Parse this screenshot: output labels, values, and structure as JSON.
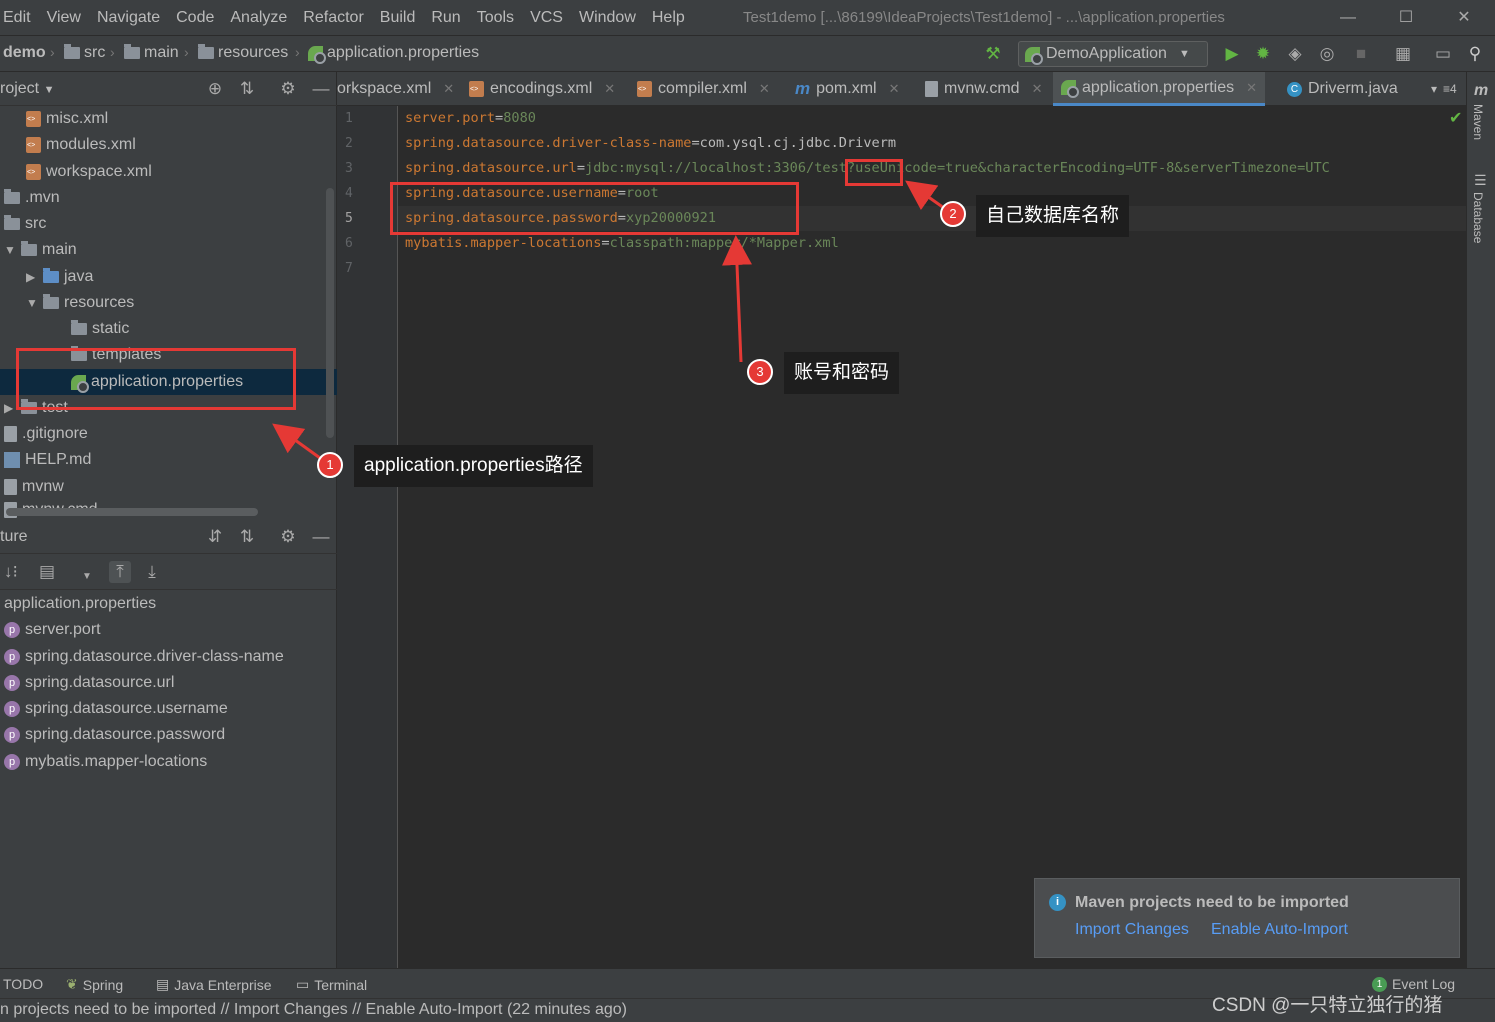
{
  "menu": [
    "Edit",
    "View",
    "Navigate",
    "Code",
    "Analyze",
    "Refactor",
    "Build",
    "Run",
    "Tools",
    "VCS",
    "Window",
    "Help"
  ],
  "window_title": "Test1demo [...\\86199\\IdeaProjects\\Test1demo] - ...\\application.properties",
  "breadcrumb": {
    "project": "demo",
    "src": "src",
    "main": "main",
    "resources": "resources",
    "file": "application.properties"
  },
  "run_config": "DemoApplication",
  "project_panel": {
    "title": "roject",
    "tree": [
      "misc.xml",
      "modules.xml",
      "workspace.xml",
      ".mvn",
      "src",
      "main",
      "java",
      "resources",
      "static",
      "templates",
      "application.properties",
      "test",
      ".gitignore",
      "HELP.md",
      "mvnw",
      "mvnw.cmd"
    ]
  },
  "structure_panel": {
    "title": "ture",
    "root": "application.properties",
    "items": [
      "server.port",
      "spring.datasource.driver-class-name",
      "spring.datasource.url",
      "spring.datasource.username",
      "spring.datasource.password",
      "mybatis.mapper-locations"
    ]
  },
  "tabs": [
    "orkspace.xml",
    "encodings.xml",
    "compiler.xml",
    "pom.xml",
    "mvnw.cmd",
    "application.properties",
    "Driverm.java"
  ],
  "tab_overflow": "≡4",
  "editor": {
    "line_numbers": [
      "1",
      "2",
      "3",
      "4",
      "5",
      "6",
      "7"
    ],
    "lines": [
      {
        "key": "server.port",
        "value": "8080"
      },
      {
        "key": "spring.datasource.driver-class-name",
        "value": "com.ysql.cj.jdbc.Driverm"
      },
      {
        "key": "spring.datasource.url",
        "value": "jdbc:mysql://localhost:3306/test?useUnicode=true&characterEncoding=UTF-8&serverTimezone=UTC"
      },
      {
        "key": "spring.datasource.username",
        "value": "root"
      },
      {
        "key": "spring.datasource.password",
        "value": "xyp20000921"
      },
      {
        "key": "mybatis.mapper-locations",
        "value": "classpath:mapper/*Mapper.xml"
      }
    ],
    "separator": "="
  },
  "right_strip": {
    "maven": "Maven",
    "database": "Database"
  },
  "annotations": {
    "a1": {
      "num": "1",
      "text": "application.properties路径"
    },
    "a2": {
      "num": "2",
      "text": "自己数据库名称"
    },
    "a3": {
      "num": "3",
      "text": "账号和密码"
    }
  },
  "notification": {
    "title": "Maven projects need to be imported",
    "import_changes": "Import Changes",
    "enable_auto_import": "Enable Auto-Import"
  },
  "bottom_tools": {
    "todo": "TODO",
    "spring": "Spring",
    "java_enterprise": "Java Enterprise",
    "terminal": "Terminal",
    "event_log": "Event Log",
    "event_count": "1"
  },
  "status_text": "n projects need to be imported // Import Changes // Enable Auto-Import (22 minutes ago)",
  "watermark": "CSDN @一只特立独行的猪",
  "colors": {
    "keyword": "#cc7832",
    "value": "#6a8759",
    "annotation_red": "#e53935",
    "link": "#589df6"
  }
}
